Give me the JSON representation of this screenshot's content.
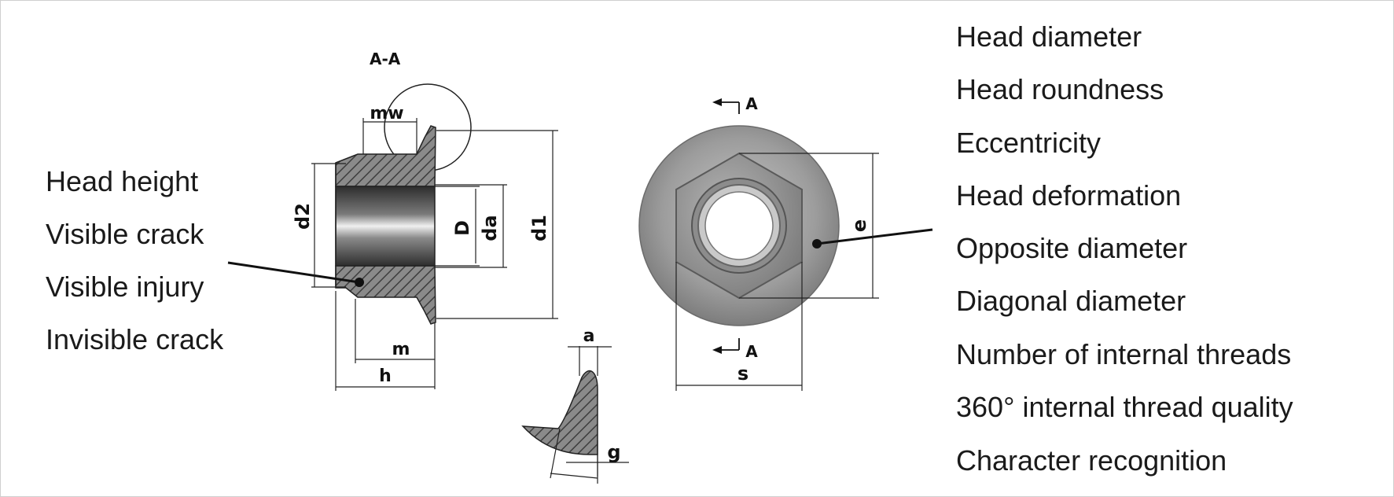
{
  "left_labels": [
    "Head height",
    "Visible crack",
    "Visible injury",
    "Invisible crack"
  ],
  "right_labels": [
    "Head diameter",
    "Head roundness",
    "Eccentricity",
    "Head deformation",
    "Opposite diameter",
    "Diagonal diameter",
    "Number of internal threads",
    "360° internal thread quality",
    "Character recognition"
  ],
  "drawing": {
    "section_title": "A-A",
    "section_marks": [
      "A",
      "A"
    ],
    "dims": {
      "mw": "mw",
      "d2": "d2",
      "D": "D",
      "da": "da",
      "d1": "d1",
      "m": "m",
      "h": "h",
      "a": "a",
      "g": "g",
      "e": "e",
      "s": "s"
    }
  },
  "colors": {
    "text": "#1a1a1a",
    "hatch": "#555555",
    "metal": "#9a9a9a"
  }
}
